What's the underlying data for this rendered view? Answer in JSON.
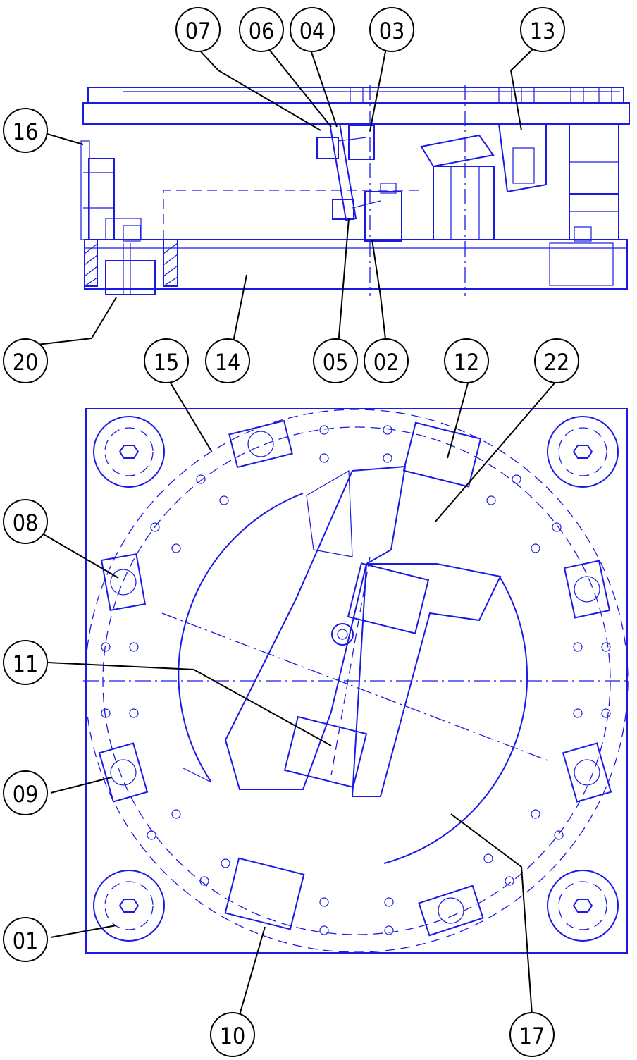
{
  "colors": {
    "line": "#1a1ae6",
    "leader": "#000000"
  },
  "balloons": [
    {
      "id": "b01",
      "label": "01"
    },
    {
      "id": "b02",
      "label": "02"
    },
    {
      "id": "b03",
      "label": "03"
    },
    {
      "id": "b04",
      "label": "04"
    },
    {
      "id": "b05",
      "label": "05"
    },
    {
      "id": "b06",
      "label": "06"
    },
    {
      "id": "b07",
      "label": "07"
    },
    {
      "id": "b08",
      "label": "08"
    },
    {
      "id": "b09",
      "label": "09"
    },
    {
      "id": "b10",
      "label": "10"
    },
    {
      "id": "b11",
      "label": "11"
    },
    {
      "id": "b12",
      "label": "12"
    },
    {
      "id": "b13",
      "label": "13"
    },
    {
      "id": "b14",
      "label": "14"
    },
    {
      "id": "b15",
      "label": "15"
    },
    {
      "id": "b16",
      "label": "16"
    },
    {
      "id": "b17",
      "label": "17"
    },
    {
      "id": "b20",
      "label": "20"
    },
    {
      "id": "b22",
      "label": "22"
    }
  ]
}
